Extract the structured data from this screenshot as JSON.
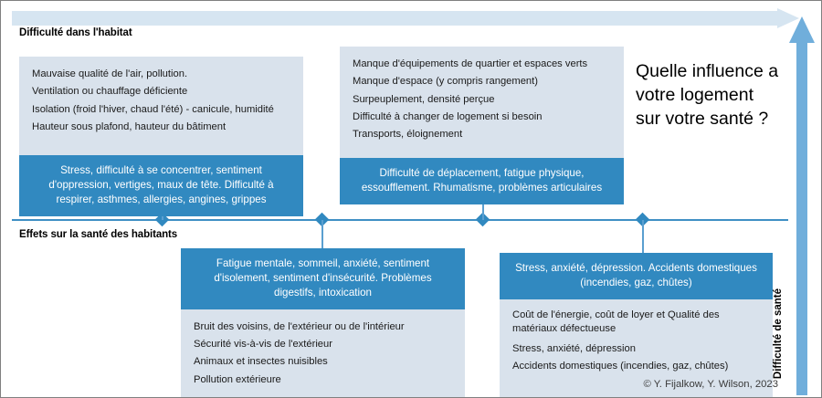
{
  "headline": "Quelle influence a votre logement sur votre santé ?",
  "axes": {
    "top_label": "Difficulté dans l'habitat",
    "middle_label": "Effets sur la santé des habitants",
    "right_label": "Difficulté de santé",
    "top_arrow_icon": "arrow-right-icon",
    "right_arrow_icon": "arrow-up-icon"
  },
  "colors": {
    "accent_dark": "#3189c0",
    "accent_light": "#d9e2ec",
    "arrow_top": "#d6e5f1",
    "arrow_right": "#70aedb",
    "axis_line": "#3f8fc4"
  },
  "nodes": [
    {
      "name": "node-1"
    },
    {
      "name": "node-2"
    },
    {
      "name": "node-3"
    },
    {
      "name": "node-4"
    }
  ],
  "columns": [
    {
      "id": "habitat-qualite-air",
      "causes": [
        "Mauvaise qualité de l'air, pollution.",
        "Ventilation ou chauffage déficiente",
        "Isolation (froid l'hiver, chaud l'été) - canicule, humidité",
        "Hauteur sous plafond, hauteur du bâtiment"
      ],
      "effects": "Stress, difficulté à se concentrer, sentiment d'oppression, vertiges, maux de tête. Difficulté à respirer, asthmes, allergies, angines, grippes"
    },
    {
      "id": "habitat-quartier-espace",
      "causes": [
        "Manque d'équipements de quartier et espaces verts",
        "Manque d'espace (y compris rangement)",
        "Surpeuplement, densité perçue",
        "Difficulté à changer de logement si besoin",
        "Transports, éloignement"
      ],
      "effects": "Difficulté de déplacement, fatigue physique, essoufflement. Rhumatisme, problèmes articulaires"
    },
    {
      "id": "sante-bruit-securite",
      "effects": "Fatigue mentale, sommeil, anxiété, sentiment d'isolement, sentiment d'insécurité. Problèmes digestifs, intoxication",
      "causes": [
        "Bruit des voisins, de l'extérieur ou de l'intérieur",
        "Sécurité vis-à-vis de l'extérieur",
        "Animaux et insectes nuisibles",
        "Pollution extérieure"
      ]
    },
    {
      "id": "sante-cout-accidents",
      "effects": "Stress, anxiété, dépression. Accidents domestiques (incendies, gaz, chûtes)",
      "causes": [
        "Coût de l'énergie, coût de loyer et Qualité des matériaux défectueuse",
        "Stress, anxiété, dépression",
        "Accidents domestiques (incendies, gaz, chûtes)"
      ]
    }
  ],
  "credit": "© Y. Fijalkow, Y. Wilson, 2023"
}
